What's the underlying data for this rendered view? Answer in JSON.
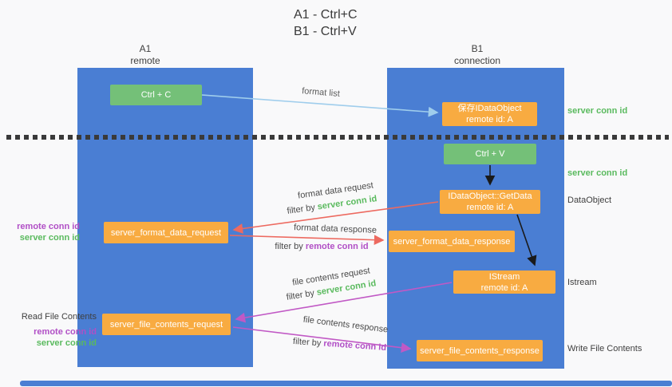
{
  "title": {
    "line1": "A1 - Ctrl+C",
    "line2": "B1 - Ctrl+V"
  },
  "lanes": {
    "a1": {
      "title": "A1",
      "subtitle": "remote"
    },
    "b1": {
      "title": "B1",
      "subtitle": "connection"
    }
  },
  "nodes": {
    "ctrl_c": {
      "label": "Ctrl + C"
    },
    "ctrl_v": {
      "label": "Ctrl + V"
    },
    "save_dataobject": {
      "line1": "保存IDataObject",
      "line2": "remote id: A"
    },
    "getdata": {
      "line1": "IDataObject::GetData",
      "line2": "remote id: A"
    },
    "istream": {
      "line1": "IStream",
      "line2": "remote id: A"
    },
    "format_request": {
      "label": "server_format_data_request"
    },
    "format_response": {
      "label": "server_format_data_response"
    },
    "file_request": {
      "label": "server_file_contents_request"
    },
    "file_response": {
      "label": "server_file_contents_response"
    }
  },
  "edges": {
    "format_list": {
      "label": "format list"
    },
    "format_data_request": {
      "label": "format data request",
      "filter_prefix": "filter by",
      "filter_key": "server conn id"
    },
    "format_data_response": {
      "label": "format data response",
      "filter_prefix": "filter by",
      "filter_key": "remote conn id"
    },
    "file_contents_request": {
      "label": "file contents request",
      "filter_prefix": "filter by",
      "filter_key": "server conn id"
    },
    "file_contents_response": {
      "label": "file contents response",
      "filter_prefix": "filter by",
      "filter_key": "remote conn id"
    }
  },
  "annotations": {
    "right_server_conn_id_top": "server conn id",
    "right_server_conn_id_mid": "server conn id",
    "dataobject": "DataObject",
    "istream": "Istream",
    "write_file_contents": "Write File Contents",
    "read_file_contents": "Read File Contents",
    "left1": {
      "remote_conn_id": "remote conn id",
      "server_conn_id": "server conn id"
    },
    "left2": {
      "remote_conn_id": "remote conn id",
      "server_conn_id": "server conn id"
    }
  },
  "colors": {
    "lane_blue": "#4a7ed3",
    "node_green": "#74c078",
    "node_orange": "#f8ab41",
    "arrow_lightblue": "#9fcdec",
    "arrow_red": "#ed6a60",
    "arrow_magenta": "#c159c5",
    "arrow_black": "#1a1a1a",
    "text_green": "#5aba5e",
    "text_purple": "#b14fc6"
  }
}
